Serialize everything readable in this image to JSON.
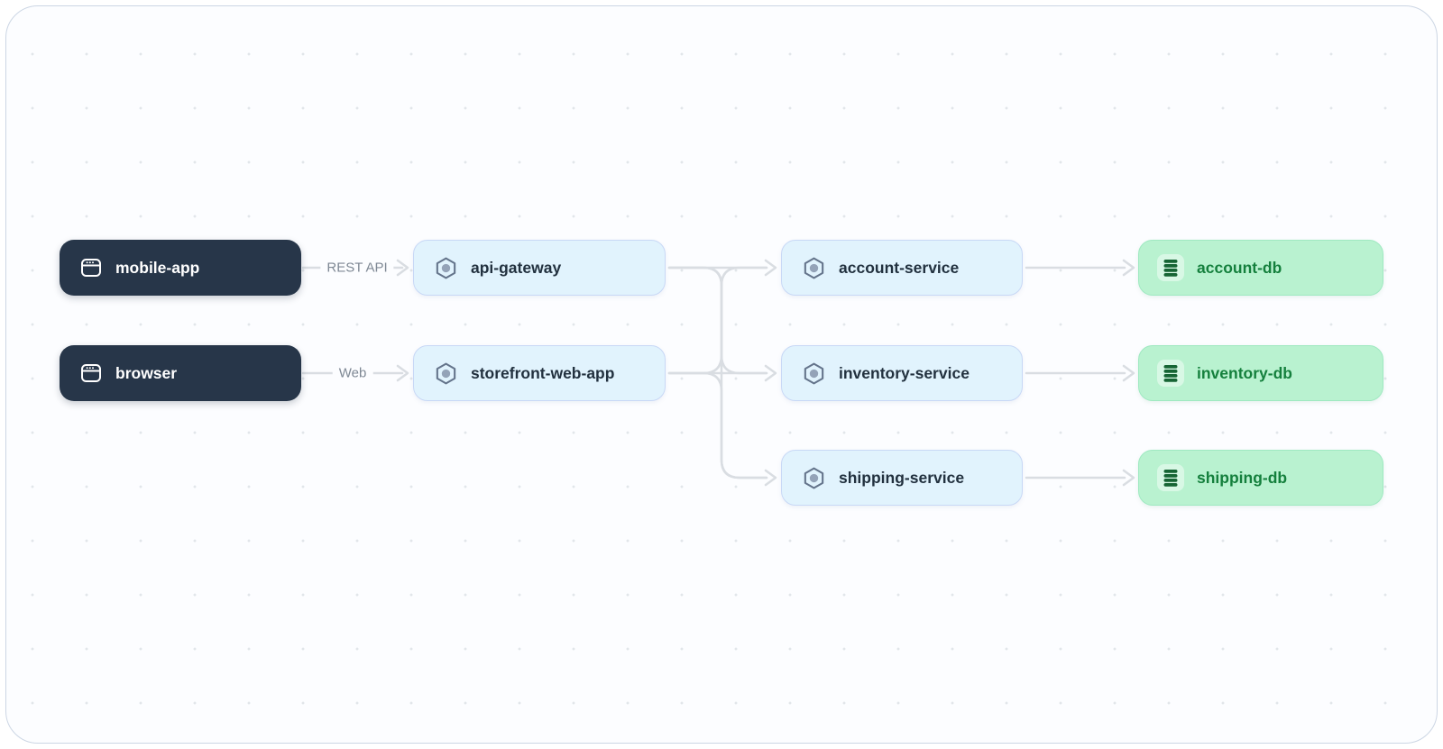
{
  "diagram": {
    "nodes": [
      {
        "id": "mobile-app",
        "label": "mobile-app",
        "type": "client",
        "icon": "app-window"
      },
      {
        "id": "browser",
        "label": "browser",
        "type": "client",
        "icon": "app-window"
      },
      {
        "id": "api-gateway",
        "label": "api-gateway",
        "type": "service",
        "icon": "hexagon"
      },
      {
        "id": "storefront-web-app",
        "label": "storefront-web-app",
        "type": "service",
        "icon": "hexagon"
      },
      {
        "id": "account-service",
        "label": "account-service",
        "type": "service",
        "icon": "hexagon"
      },
      {
        "id": "inventory-service",
        "label": "inventory-service",
        "type": "service",
        "icon": "hexagon"
      },
      {
        "id": "shipping-service",
        "label": "shipping-service",
        "type": "service",
        "icon": "hexagon"
      },
      {
        "id": "account-db",
        "label": "account-db",
        "type": "database",
        "icon": "database"
      },
      {
        "id": "inventory-db",
        "label": "inventory-db",
        "type": "database",
        "icon": "database"
      },
      {
        "id": "shipping-db",
        "label": "shipping-db",
        "type": "database",
        "icon": "database"
      }
    ],
    "edges": [
      {
        "from": "mobile-app",
        "to": "api-gateway",
        "label": "REST API"
      },
      {
        "from": "browser",
        "to": "storefront-web-app",
        "label": "Web"
      },
      {
        "from": "api-gateway",
        "to": "account-service",
        "label": ""
      },
      {
        "from": "api-gateway",
        "to": "inventory-service",
        "label": ""
      },
      {
        "from": "api-gateway",
        "to": "shipping-service",
        "label": ""
      },
      {
        "from": "storefront-web-app",
        "to": "account-service",
        "label": ""
      },
      {
        "from": "storefront-web-app",
        "to": "inventory-service",
        "label": ""
      },
      {
        "from": "storefront-web-app",
        "to": "shipping-service",
        "label": ""
      },
      {
        "from": "account-service",
        "to": "account-db",
        "label": ""
      },
      {
        "from": "inventory-service",
        "to": "inventory-db",
        "label": ""
      },
      {
        "from": "shipping-service",
        "to": "shipping-db",
        "label": ""
      }
    ],
    "colors": {
      "client_bg": "#273649",
      "client_text": "#ffffff",
      "service_bg": "#e1f3fd",
      "service_border": "#c8d8f6",
      "service_text": "#22313f",
      "service_icon_stroke": "#64748b",
      "service_icon_dot": "#94a3b8",
      "db_bg": "#b9f2d0",
      "db_border": "#9fe9c1",
      "db_text": "#15803d",
      "db_icon": "#166534",
      "edge": "#d9dde2",
      "edge_label_text": "#7e8894",
      "canvas_bg": "#fcfdff",
      "canvas_border": "#ccd6e4",
      "dot_grid": "#e2e6ea"
    }
  }
}
